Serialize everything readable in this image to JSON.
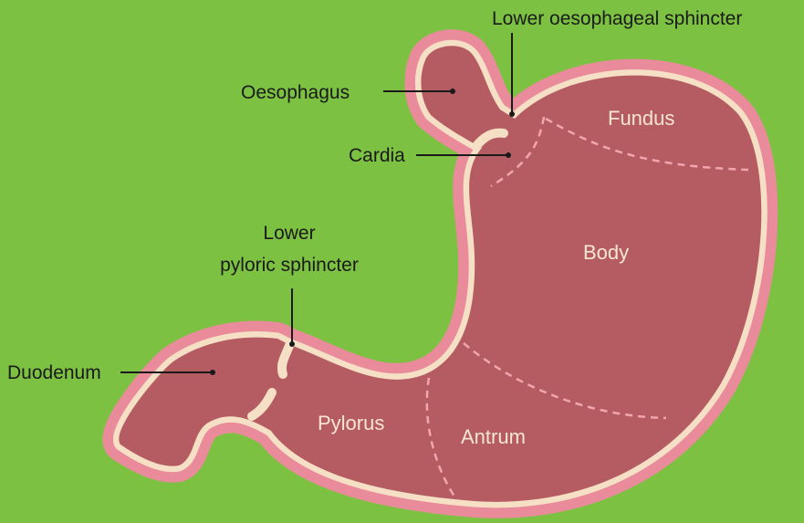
{
  "colors": {
    "background": "#7dc142",
    "outer_wall": "#e98b9a",
    "lining": "#f5e0c6",
    "interior": "#b55c63",
    "region_divider": "#f1a6ad",
    "label_text": "#1a1a1a",
    "region_text": "#f7e7cf"
  },
  "labels": {
    "lower_oesophageal_sphincter": "Lower oesophageal sphincter",
    "oesophagus": "Oesophagus",
    "cardia": "Cardia",
    "lower_pyloric_sphincter_line1": "Lower",
    "lower_pyloric_sphincter_line2": "pyloric sphincter",
    "duodenum": "Duodenum"
  },
  "regions": {
    "fundus": "Fundus",
    "body": "Body",
    "pylorus": "Pylorus",
    "antrum": "Antrum"
  }
}
